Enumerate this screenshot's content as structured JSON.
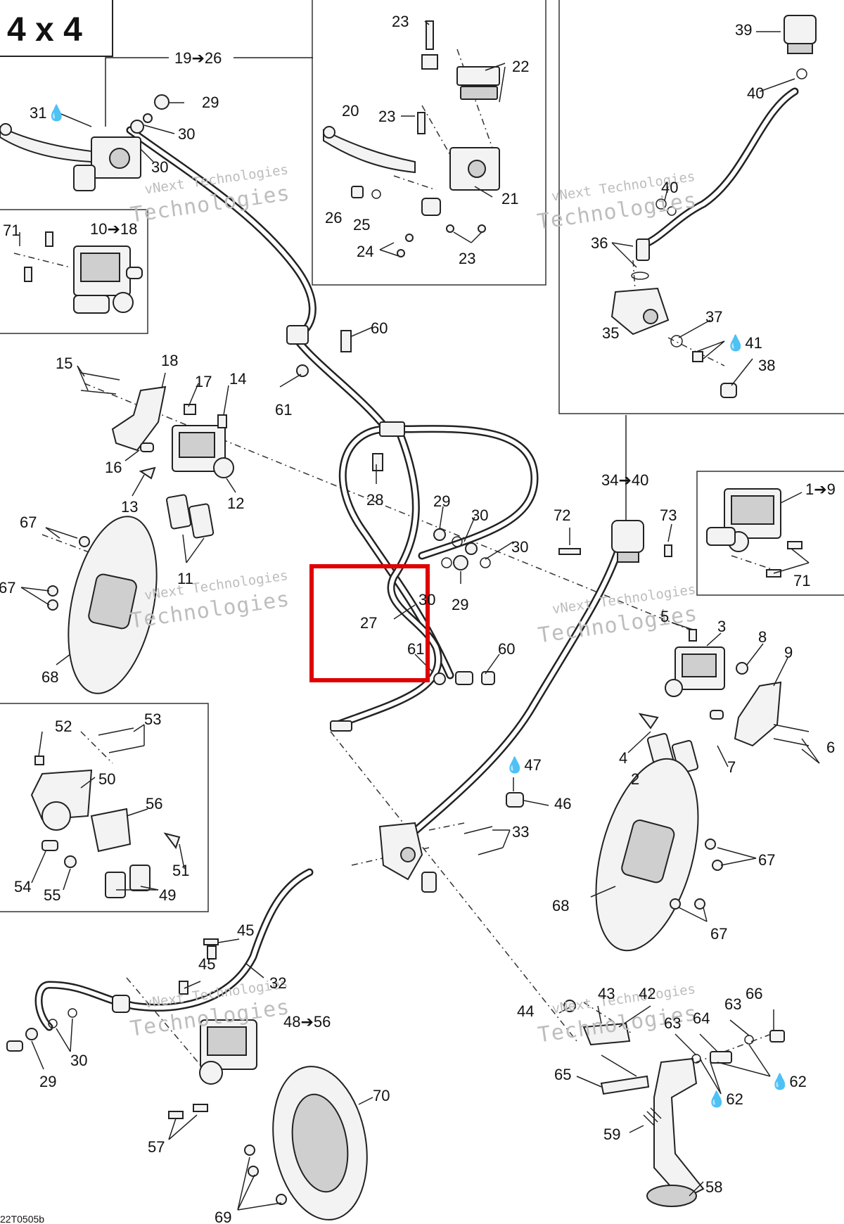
{
  "header": {
    "model_label": "4 x 4"
  },
  "footer": {
    "drawing_code": "22T0505b"
  },
  "watermark": {
    "line1": "vNext Technologies",
    "line2": "Technologies"
  },
  "highlight": {
    "color": "#e00000"
  },
  "callouts": [
    {
      "id": "c-19-26",
      "text": "19➔26"
    },
    {
      "id": "c-31",
      "text": "31💧"
    },
    {
      "id": "c-29a",
      "text": "29"
    },
    {
      "id": "c-30a",
      "text": "30"
    },
    {
      "id": "c-30b",
      "text": "30"
    },
    {
      "id": "c-71a",
      "text": "71"
    },
    {
      "id": "c-10-18",
      "text": "10➔18"
    },
    {
      "id": "c-23a",
      "text": "23"
    },
    {
      "id": "c-22",
      "text": "22"
    },
    {
      "id": "c-20",
      "text": "20"
    },
    {
      "id": "c-23b",
      "text": "23"
    },
    {
      "id": "c-21",
      "text": "21"
    },
    {
      "id": "c-26",
      "text": "26"
    },
    {
      "id": "c-25",
      "text": "25"
    },
    {
      "id": "c-24",
      "text": "24"
    },
    {
      "id": "c-23c",
      "text": "23"
    },
    {
      "id": "c-39",
      "text": "39"
    },
    {
      "id": "c-40a",
      "text": "40"
    },
    {
      "id": "c-40b",
      "text": "40"
    },
    {
      "id": "c-36",
      "text": "36"
    },
    {
      "id": "c-37",
      "text": "37"
    },
    {
      "id": "c-35",
      "text": "35"
    },
    {
      "id": "c-41",
      "text": "💧41"
    },
    {
      "id": "c-38",
      "text": "38"
    },
    {
      "id": "c-60a",
      "text": "60"
    },
    {
      "id": "c-61a",
      "text": "61"
    },
    {
      "id": "c-15",
      "text": "15"
    },
    {
      "id": "c-18",
      "text": "18"
    },
    {
      "id": "c-17",
      "text": "17"
    },
    {
      "id": "c-14",
      "text": "14"
    },
    {
      "id": "c-16",
      "text": "16"
    },
    {
      "id": "c-13",
      "text": "13"
    },
    {
      "id": "c-12",
      "text": "12"
    },
    {
      "id": "c-28",
      "text": "28"
    },
    {
      "id": "c-29b",
      "text": "29"
    },
    {
      "id": "c-30c",
      "text": "30"
    },
    {
      "id": "c-30d",
      "text": "30"
    },
    {
      "id": "c-34-40",
      "text": "34➔40"
    },
    {
      "id": "c-1-9",
      "text": "1➔9"
    },
    {
      "id": "c-72",
      "text": "72"
    },
    {
      "id": "c-73",
      "text": "73"
    },
    {
      "id": "c-71b",
      "text": "71"
    },
    {
      "id": "c-67a",
      "text": "67"
    },
    {
      "id": "c-67b",
      "text": "67"
    },
    {
      "id": "c-11",
      "text": "11"
    },
    {
      "id": "c-30e",
      "text": "30"
    },
    {
      "id": "c-29c",
      "text": "29"
    },
    {
      "id": "c-27",
      "text": "27"
    },
    {
      "id": "c-61b",
      "text": "61"
    },
    {
      "id": "c-60b",
      "text": "60"
    },
    {
      "id": "c-5",
      "text": "5"
    },
    {
      "id": "c-3",
      "text": "3"
    },
    {
      "id": "c-8",
      "text": "8"
    },
    {
      "id": "c-9",
      "text": "9"
    },
    {
      "id": "c-68a",
      "text": "68"
    },
    {
      "id": "c-52",
      "text": "52"
    },
    {
      "id": "c-53",
      "text": "53"
    },
    {
      "id": "c-50",
      "text": "50"
    },
    {
      "id": "c-56a",
      "text": "56"
    },
    {
      "id": "c-54",
      "text": "54"
    },
    {
      "id": "c-51",
      "text": "51"
    },
    {
      "id": "c-55",
      "text": "55"
    },
    {
      "id": "c-49",
      "text": "49"
    },
    {
      "id": "c-4",
      "text": "4"
    },
    {
      "id": "c-7",
      "text": "7"
    },
    {
      "id": "c-6",
      "text": "6"
    },
    {
      "id": "c-2",
      "text": "2"
    },
    {
      "id": "c-47",
      "text": "💧47"
    },
    {
      "id": "c-46",
      "text": "46"
    },
    {
      "id": "c-33",
      "text": "33"
    },
    {
      "id": "c-67c",
      "text": "67"
    },
    {
      "id": "c-68b",
      "text": "68"
    },
    {
      "id": "c-67d",
      "text": "67"
    },
    {
      "id": "c-45a",
      "text": "45"
    },
    {
      "id": "c-32",
      "text": "32"
    },
    {
      "id": "c-45b",
      "text": "45"
    },
    {
      "id": "c-48-56",
      "text": "48➔56"
    },
    {
      "id": "c-30f",
      "text": "30"
    },
    {
      "id": "c-29d",
      "text": "29"
    },
    {
      "id": "c-44",
      "text": "44"
    },
    {
      "id": "c-43",
      "text": "43"
    },
    {
      "id": "c-42",
      "text": "42"
    },
    {
      "id": "c-66",
      "text": "66"
    },
    {
      "id": "c-63a",
      "text": "63"
    },
    {
      "id": "c-64",
      "text": "64"
    },
    {
      "id": "c-63b",
      "text": "63"
    },
    {
      "id": "c-65",
      "text": "65"
    },
    {
      "id": "c-62a",
      "text": "💧62"
    },
    {
      "id": "c-62b",
      "text": "💧62"
    },
    {
      "id": "c-70",
      "text": "70"
    },
    {
      "id": "c-57",
      "text": "57"
    },
    {
      "id": "c-59",
      "text": "59"
    },
    {
      "id": "c-69",
      "text": "69"
    },
    {
      "id": "c-58",
      "text": "58"
    }
  ]
}
